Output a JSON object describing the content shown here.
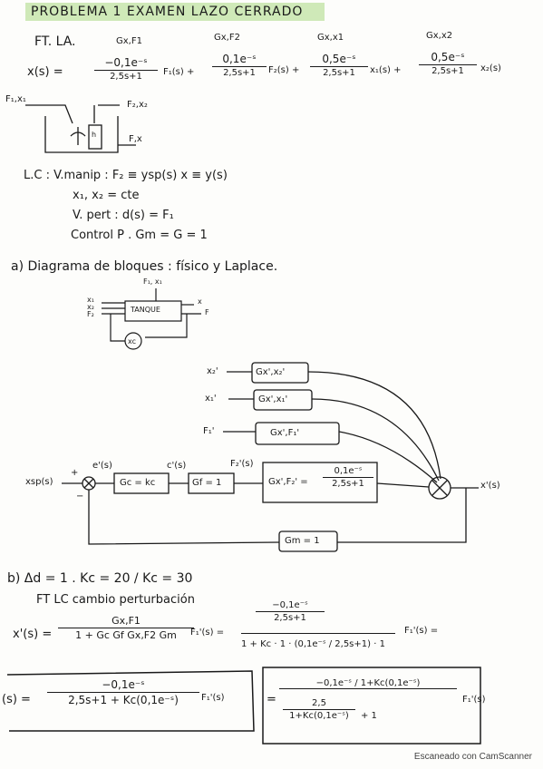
{
  "title": "PROBLEMA 1 EXAMEN LAZO CERRADO",
  "ftla": {
    "label": "FT. LA.",
    "x_of_s": "x(s) =",
    "terms": [
      {
        "over": "Gx,F1",
        "num": "−0,1e⁻ˢ",
        "den": "2,5s+1",
        "var": "F₁(s) +"
      },
      {
        "over": "Gx,F2",
        "num": "0,1e⁻ˢ",
        "den": "2,5s+1",
        "var": "F₂(s) +"
      },
      {
        "over": "Gx,x1",
        "num": "0,5e⁻ˢ",
        "den": "2,5s+1",
        "var": "x₁(s) +"
      },
      {
        "over": "Gx,x2",
        "num": "0,5e⁻ˢ",
        "den": "2,5s+1",
        "var": "x₂(s)"
      }
    ]
  },
  "tank": {
    "in_label": "F₁,x₁",
    "in2_label": "F₂,x₂",
    "h_label": "h",
    "out_label": "F,x"
  },
  "lc": {
    "line1": "L.C : V.manip : F₂ ≡ ysp(s)  x ≡ y(s)",
    "line2": "x₁, x₂ = cte",
    "line3": "V. pert : d(s) = F₁",
    "line4": "Control P .  Gm = G = 1"
  },
  "part_a": {
    "heading": "a) Diagrama de bloques : físico y Laplace.",
    "physical": {
      "top_label": "F₁, x₁",
      "block": "TANQUE",
      "in_x1": "x₁",
      "in_x2": "x₂",
      "in_f2": "F₂",
      "out_x": "x",
      "out_f": "F",
      "controller": "xc"
    },
    "laplace": {
      "x2_in": "x₂'",
      "x2_block": "Gx',x₂'",
      "x1_in": "x₁'",
      "x1_block": "Gx',x₁'",
      "f1_in": "F₁'",
      "f1_block": "Gx',F₁'",
      "sp": "xsp(s)",
      "plus": "+",
      "minus": "−",
      "e": "e'(s)",
      "c": "c'(s)",
      "f2": "F₂'(s)",
      "gc": "Gc = kc",
      "gf": "Gf = 1",
      "gproc": "Gx',F₂' =",
      "gproc_num": "0,1e⁻ˢ",
      "gproc_den": "2,5s+1",
      "out": "x'(s)",
      "gm": "Gm = 1"
    }
  },
  "part_b": {
    "heading": "b) Δd = 1 .  Kc = 20 / Kc = 30",
    "subheading": "FT LC cambio perturbación",
    "eq1_lhs": "x'(s) =",
    "eq1_num": "Gx,F1",
    "eq1_den": "1 + Gc Gf Gx,F2 Gm",
    "eq1_var": "F₁'(s)  =",
    "eq1_rnum_num": "−0,1e⁻ˢ",
    "eq1_rnum_den": "2,5s+1",
    "eq1_rden": "1 + Kc · 1 · (0,1e⁻ˢ / 2,5s+1) · 1",
    "eq1_var2": "F₁'(s)  =",
    "eq2_lhs": "(s) =",
    "eq2_num": "−0,1e⁻ˢ",
    "eq2_den": "2,5s+1 + Kc(0,1e⁻ˢ)",
    "eq2_var": "F₁'(s)",
    "eq3_eq": "=",
    "eq3_num": "−0,1e⁻ˢ / 1+Kc(0,1e⁻ˢ)",
    "eq3_den_num": "2,5",
    "eq3_den_den": "1+Kc(0,1e⁻ˢ)",
    "eq3_den_tail": "+ 1",
    "eq3_var": "F₁'(s)"
  },
  "footer": "Escaneado con CamScanner"
}
